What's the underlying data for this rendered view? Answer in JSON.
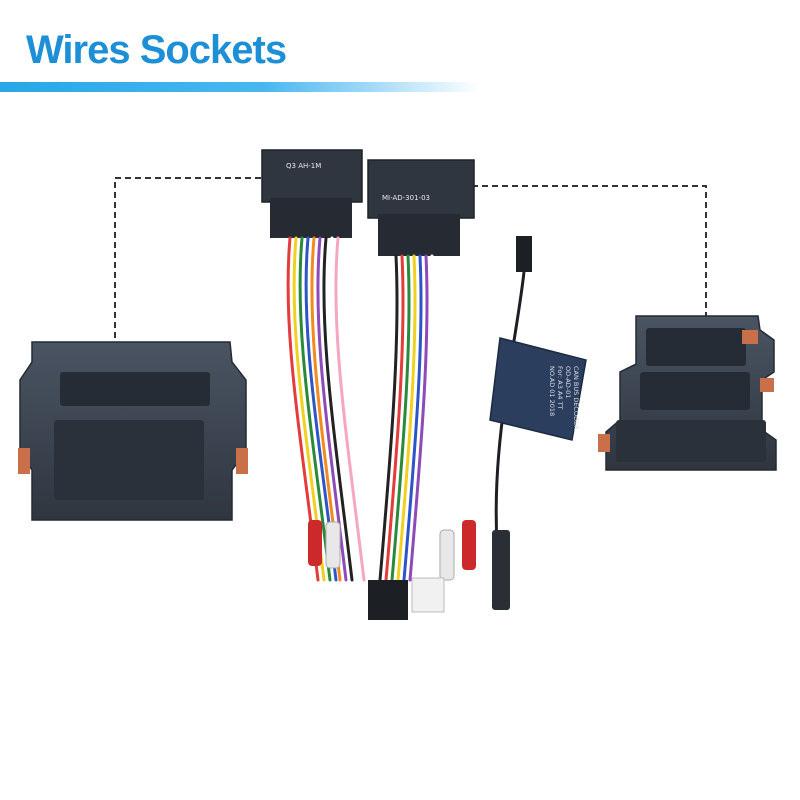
{
  "heading": {
    "title": "Wires Sockets"
  },
  "colors": {
    "accent": "#1c8fd6",
    "underline": "#27a7e8",
    "connector_body": "#3b4452",
    "dashed_line": "#333333"
  },
  "connectors": {
    "left_plug_label": "Q3 AH-1M",
    "right_plug_label": "MI-AD-301-03"
  },
  "decoder": {
    "line1": "CAN BUS DECODER",
    "line2": "OD-AD-01",
    "line3": "For: A3  A4  TT",
    "line4": "NO.AD  01  2018"
  }
}
